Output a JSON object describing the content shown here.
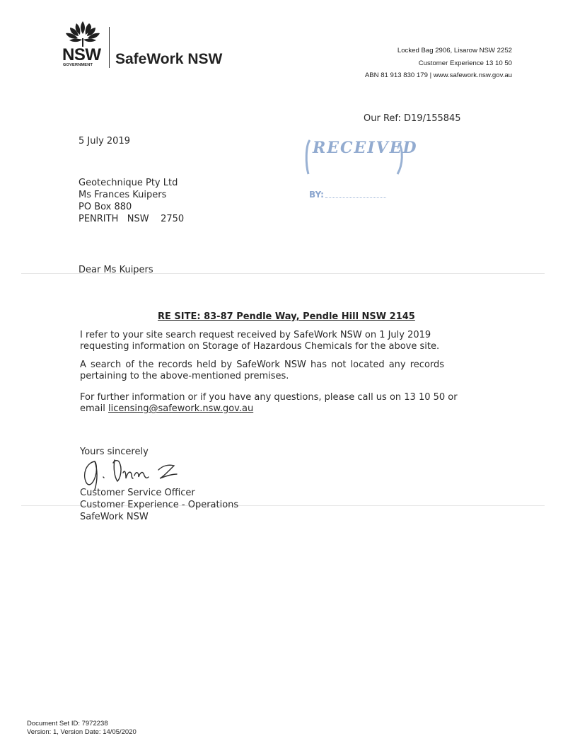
{
  "letterhead": {
    "nsw": "NSW",
    "government": "GOVERNMENT",
    "brand": "SafeWork NSW",
    "address_line1": "Locked Bag 2906, Lisarow NSW 2252",
    "address_line2": "Customer Experience 13 10 50",
    "address_line3": "ABN 81 913 830 179 | www.safework.nsw.gov.au"
  },
  "reference": "Our Ref: D19/155845",
  "date": "5 July 2019",
  "stamp": {
    "received": "RECEIVED",
    "by": "BY:"
  },
  "recipient": {
    "line1": "Geotechnique Pty Ltd",
    "line2": "Ms Frances Kuipers",
    "line3": "PO Box 880",
    "line4": "PENRITH   NSW    2750"
  },
  "salutation": "Dear Ms Kuipers",
  "subject": "RE SITE: 83-87 Pendle Way, Pendle Hill NSW 2145",
  "paragraphs": {
    "p1_line1": "I refer to your site search request received by SafeWork NSW on 1 July 2019",
    "p1_line2": "requesting information on Storage of Hazardous Chemicals for the above site.",
    "p2_line1": "A search of the records held by SafeWork NSW has not located any records",
    "p2_line2": "pertaining to the above-mentioned premises.",
    "p3_line1": "For further information or if you have any questions, please call us on 13 10 50 or",
    "p3_line2_prefix": "email ",
    "email": "licensing@safework.nsw.gov.au"
  },
  "closing": "Yours sincerely",
  "signatory": {
    "title1": "Customer Service Officer",
    "title2": "Customer Experience - Operations",
    "org": "SafeWork NSW"
  },
  "footer": {
    "doc_set": "Document Set ID: 7972238",
    "version": "Version: 1, Version Date: 14/05/2020"
  },
  "colors": {
    "stamp": "#7f9dc8",
    "text": "#222222"
  }
}
